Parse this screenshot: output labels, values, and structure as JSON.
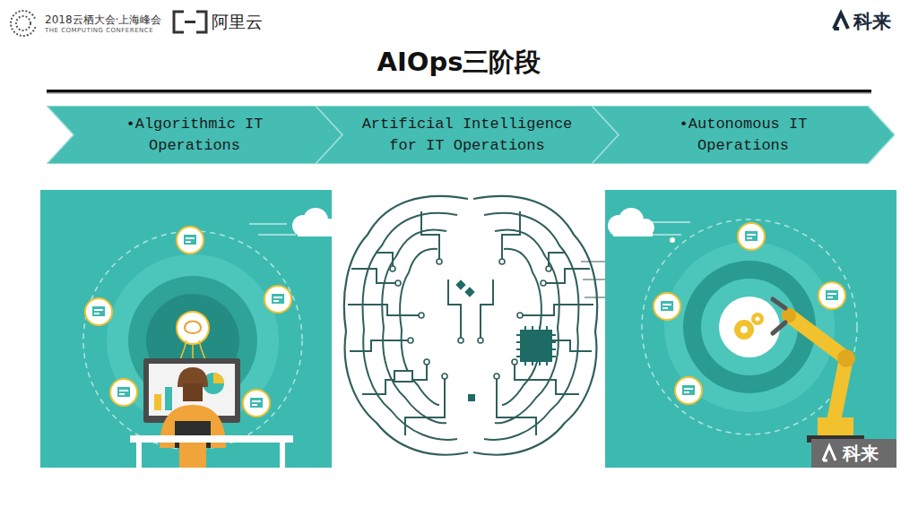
{
  "diagram": {
    "title": "AIOps三阶段",
    "nodes": [
      {
        "text": [
          "•Algorithmic IT Operations"
        ]
      },
      {
        "text": [
          "Artificial Intelligence for IT Operations"
        ]
      },
      {
        "text": [
          "•Autonomous IT Operations"
        ]
      }
    ],
    "labels": [
      "2018云栖大会·上海峰会",
      "THE COMPUTING CONFERENCE",
      "阿里云",
      "科来",
      "科来"
    ]
  }
}
